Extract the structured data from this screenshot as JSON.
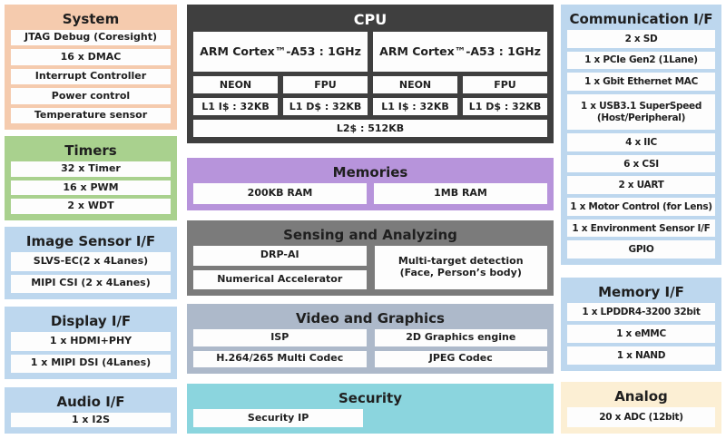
{
  "colors": {
    "system_bg": "#F5CBAE",
    "timers_bg": "#A9D18E",
    "light_blue_bg": "#BDD7EE",
    "cpu_bg": "#3F3F3F",
    "memories_bg": "#B794DB",
    "sensing_bg": "#7B7B7B",
    "video_bg": "#ADB9CA",
    "security_bg": "#8BD5DE",
    "analog_bg": "#FCEFD4"
  },
  "blocks": {
    "system": {
      "title": "System",
      "items": [
        "JTAG Debug (Coresight)",
        "16 x DMAC",
        "Interrupt Controller",
        "Power control",
        "Temperature sensor"
      ]
    },
    "timers": {
      "title": "Timers",
      "items": [
        "32 x Timer",
        "16 x PWM",
        "2 x WDT"
      ]
    },
    "image_sensor": {
      "title": "Image Sensor I/F",
      "items": [
        "SLVS-EC(2 x 4Lanes)",
        "MIPI CSI (2 x 4Lanes)"
      ]
    },
    "display": {
      "title": "Display I/F",
      "items": [
        "1 x HDMI+PHY",
        "1 x MIPI DSI (4Lanes)"
      ]
    },
    "audio": {
      "title": "Audio I/F",
      "items": [
        "1 x I2S"
      ]
    },
    "cpu": {
      "title": "CPU",
      "cores": [
        "ARM Cortex™-A53 : 1GHz",
        "ARM Cortex™-A53 : 1GHz"
      ],
      "units": [
        "NEON",
        "FPU",
        "NEON",
        "FPU"
      ],
      "caches": [
        "L1 I$ : 32KB",
        "L1 D$ : 32KB",
        "L1 I$ : 32KB",
        "L1 D$ : 32KB"
      ],
      "l2": "L2$ : 512KB"
    },
    "memories": {
      "title": "Memories",
      "items": [
        "200KB RAM",
        "1MB RAM"
      ]
    },
    "sensing": {
      "title": "Sensing and Analyzing",
      "left_items": [
        "DRP-AI",
        "Numerical Accelerator"
      ],
      "multi_line1": "Multi-target detection",
      "multi_line2": "(Face, Person’s body)"
    },
    "video": {
      "title": "Video and Graphics",
      "items": [
        "ISP",
        "2D Graphics engine",
        "H.264/265 Multi Codec",
        "JPEG Codec"
      ]
    },
    "security": {
      "title": "Security",
      "items": [
        "Security IP"
      ]
    },
    "communication": {
      "title": "Communication I/F",
      "items": [
        "2 x SD",
        "1 x PCIe Gen2 (1Lane)",
        "1 x Gbit Ethernet MAC",
        "1 x USB3.1 SuperSpeed (Host/Peripheral)",
        "4 x IIC",
        "6 x CSI",
        "2 x UART",
        "1 x Motor Control (for Lens)",
        "1 x Environment Sensor I/F",
        "GPIO"
      ]
    },
    "memory_if": {
      "title": "Memory I/F",
      "items": [
        "1 x LPDDR4-3200 32bit",
        "1 x eMMC",
        "1 x NAND"
      ]
    },
    "analog": {
      "title": "Analog",
      "items": [
        "20 x ADC (12bit)"
      ]
    }
  }
}
